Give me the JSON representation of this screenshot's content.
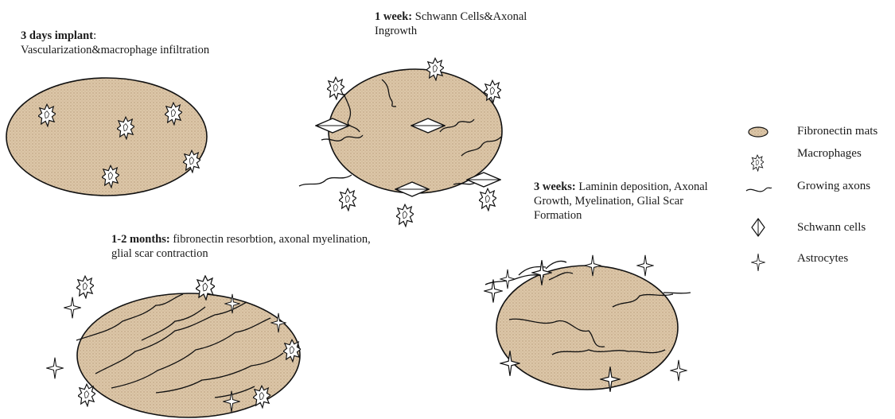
{
  "captions": {
    "day3": {
      "bold": "3 days implant",
      "text": ": Vascularization&macrophage infiltration"
    },
    "week1": {
      "bold": "1 week:",
      "text": " Schwann Cells&Axonal Ingrowth"
    },
    "week3": {
      "bold": "3 weeks:",
      "text": " Laminin deposition, Axonal Growth, Myelination, Glial Scar Formation"
    },
    "month12": {
      "bold": "1-2 months:",
      "text": " fibronectin resorbtion, axonal myelination, glial scar contraction"
    }
  },
  "legend": [
    {
      "icon": "fibronectin-mat-icon",
      "label": "Fibronectin mats"
    },
    {
      "icon": "macrophage-icon",
      "label": "Macrophages"
    },
    {
      "icon": "axon-icon",
      "label": "Growing axons"
    },
    {
      "icon": "schwann-cell-icon",
      "label": "Schwann cells"
    },
    {
      "icon": "astrocyte-icon",
      "label": "Astrocytes"
    }
  ],
  "colors": {
    "mat_fill": "#d9c3a5",
    "stroke": "#222222",
    "background": "#ffffff"
  }
}
